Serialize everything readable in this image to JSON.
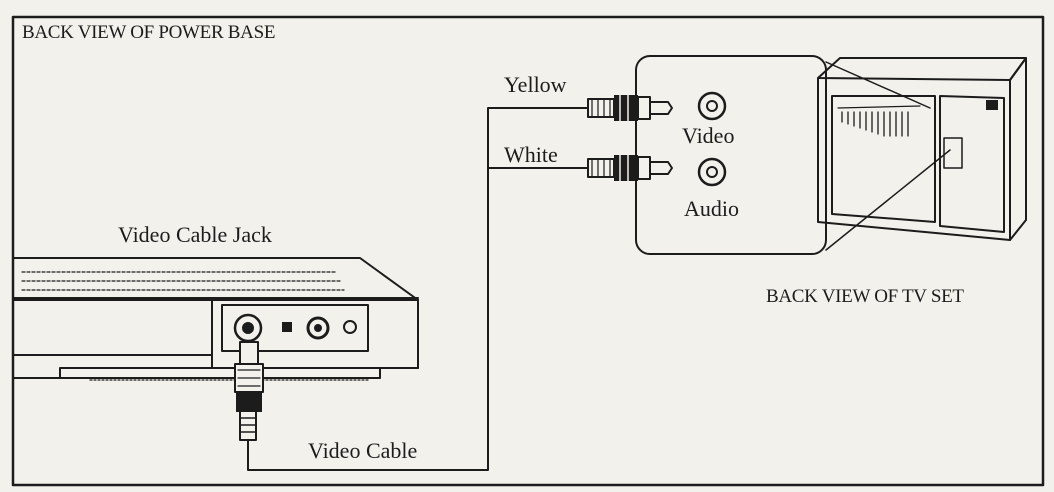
{
  "title": "BACK VIEW OF POWER BASE",
  "labels": {
    "yellow": "Yellow",
    "white": "White",
    "video": "Video",
    "audio": "Audio",
    "video_cable_jack": "Video Cable Jack",
    "video_cable": "Video Cable",
    "tv_back_view": "BACK VIEW OF TV SET"
  },
  "colors": {
    "ink": "#1c1c1c",
    "paper": "#f3f1ec"
  }
}
